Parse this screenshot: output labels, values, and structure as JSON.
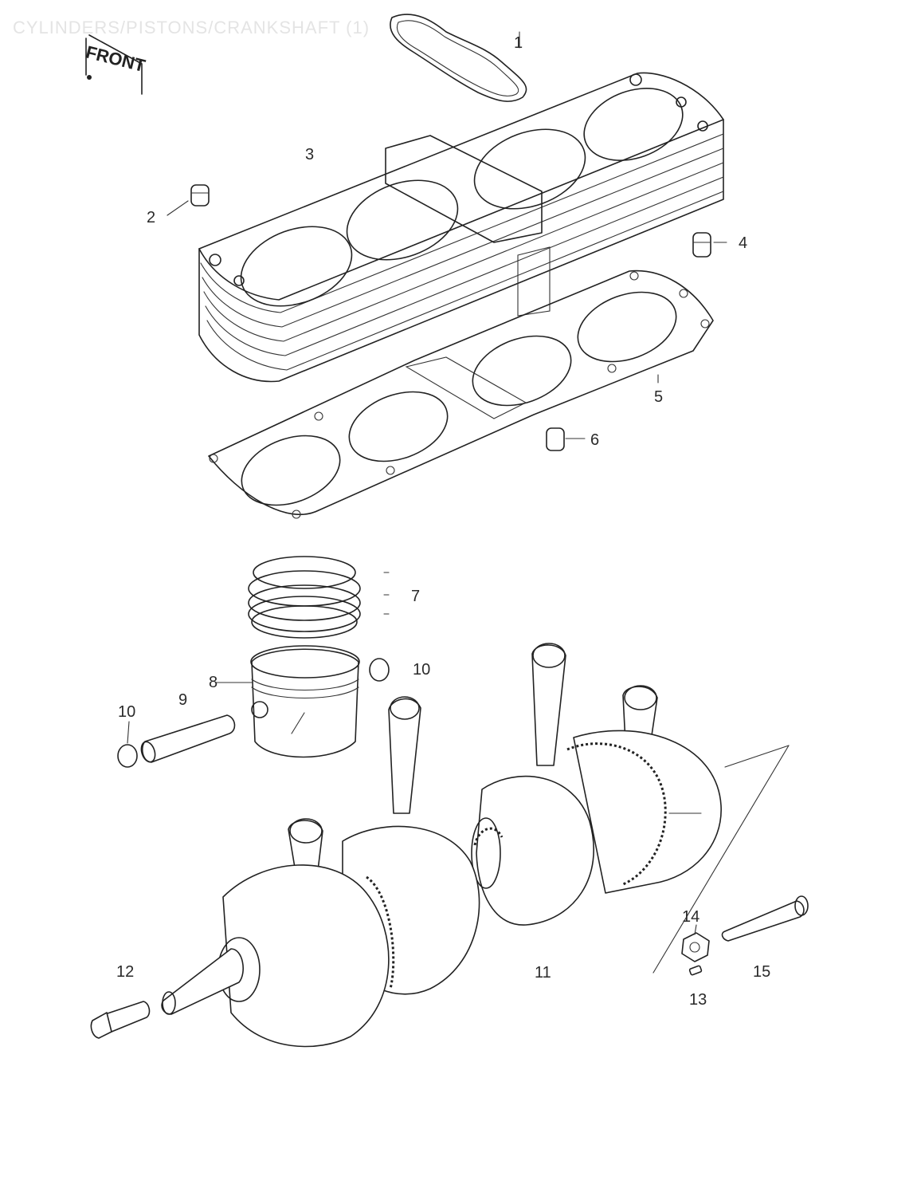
{
  "header": {
    "title": "CYLINDERS/PISTONS/CRANKSHAFT (1)",
    "badge": "FRONT"
  },
  "callouts": [
    {
      "id": "1",
      "text": "1"
    },
    {
      "id": "2",
      "text": "2"
    },
    {
      "id": "3",
      "text": "3"
    },
    {
      "id": "4",
      "text": "4"
    },
    {
      "id": "5",
      "text": "5"
    },
    {
      "id": "6",
      "text": "6"
    },
    {
      "id": "7",
      "text": "7"
    },
    {
      "id": "8",
      "text": "8"
    },
    {
      "id": "9",
      "text": "9"
    },
    {
      "id": "10a",
      "text": "10"
    },
    {
      "id": "10b",
      "text": "10"
    },
    {
      "id": "11",
      "text": "11"
    },
    {
      "id": "12",
      "text": "12"
    },
    {
      "id": "13",
      "text": "13"
    },
    {
      "id": "14",
      "text": "14"
    },
    {
      "id": "15",
      "text": "15"
    }
  ]
}
